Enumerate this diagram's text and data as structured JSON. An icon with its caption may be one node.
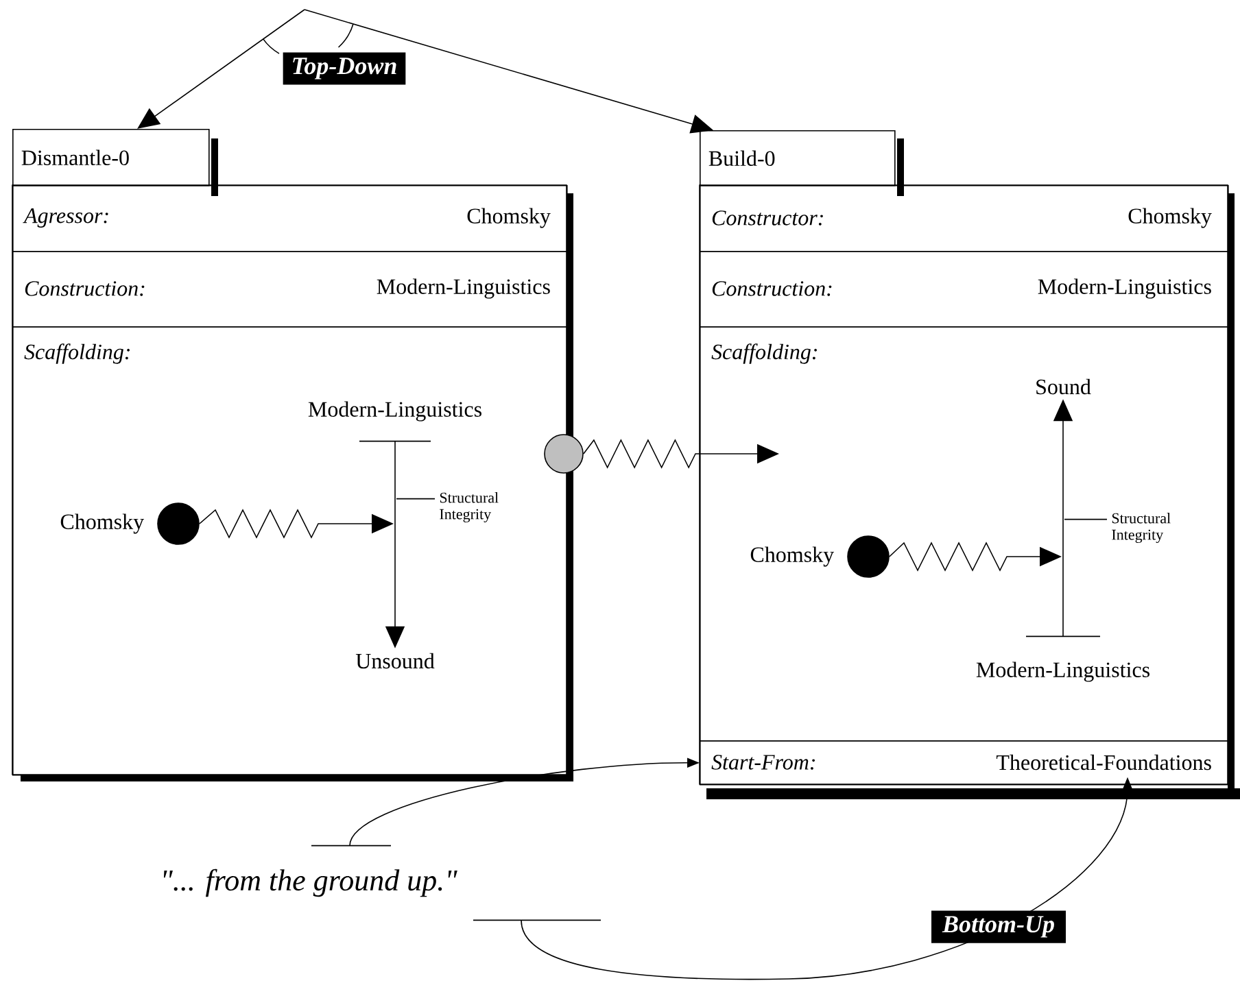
{
  "diagram": {
    "nodes": [
      {
        "text": [
          "Dismantle-0"
        ]
      },
      {
        "text": [
          "Agressor:",
          "Chomsky"
        ],
        "in": 0
      },
      {
        "text": [
          "Construction:",
          "Modern-Linguistics"
        ],
        "in": 0
      },
      {
        "text": [
          "Scaffolding:"
        ],
        "in": 0
      },
      {
        "text": [
          "Modern-Linguistics"
        ],
        "in": 3
      },
      {
        "text": [
          "Structural Integrity"
        ],
        "in": 3
      },
      {
        "text": [],
        "shape": "circle",
        "beside": [
          "Chomsky"
        ],
        "in": 3
      },
      {
        "text": [
          "Unsound"
        ],
        "in": 3
      },
      {
        "text": [],
        "shape": "circle"
      },
      {
        "text": [
          "Build-0"
        ]
      },
      {
        "text": [
          "Constructor:",
          "Chomsky"
        ],
        "in": 9
      },
      {
        "text": [
          "Construction:",
          "Modern-Linguistics"
        ],
        "in": 9
      },
      {
        "text": [
          "Scaffolding:"
        ],
        "in": 9
      },
      {
        "text": [
          "Sound"
        ],
        "in": 12
      },
      {
        "text": [
          "Structural Integrity"
        ],
        "in": 12
      },
      {
        "text": [],
        "shape": "circle",
        "beside": [
          "Chomsky"
        ],
        "in": 12
      },
      {
        "text": [
          "Modern-Linguistics"
        ],
        "in": 12
      },
      {
        "text": [
          "Start-From:",
          "Theoretical-Foundations"
        ],
        "in": 9
      },
      {
        "text": [
          "\"... from the ground up.\""
        ]
      }
    ],
    "edges": [
      {
        "from": null,
        "to": 0,
        "arrow": "to"
      },
      {
        "from": null,
        "to": 9,
        "arrow": "to"
      },
      {
        "from": 4,
        "to": 7,
        "arrow": "to"
      },
      {
        "from": 6,
        "to": null,
        "arrow": "to"
      },
      {
        "from": 5,
        "to": null,
        "arrow": "none"
      },
      {
        "from": 8,
        "to": null,
        "arrow": "to"
      },
      {
        "from": 16,
        "to": 13,
        "arrow": "to"
      },
      {
        "from": 15,
        "to": null,
        "arrow": "to"
      },
      {
        "from": 14,
        "to": null,
        "arrow": "none"
      },
      {
        "from": 18,
        "to": 17,
        "arrow": "to"
      },
      {
        "from": 18,
        "to": 17,
        "arrow": "to",
        "label": "Bottom-Up"
      }
    ],
    "labels": [
      "Top-Down"
    ]
  }
}
